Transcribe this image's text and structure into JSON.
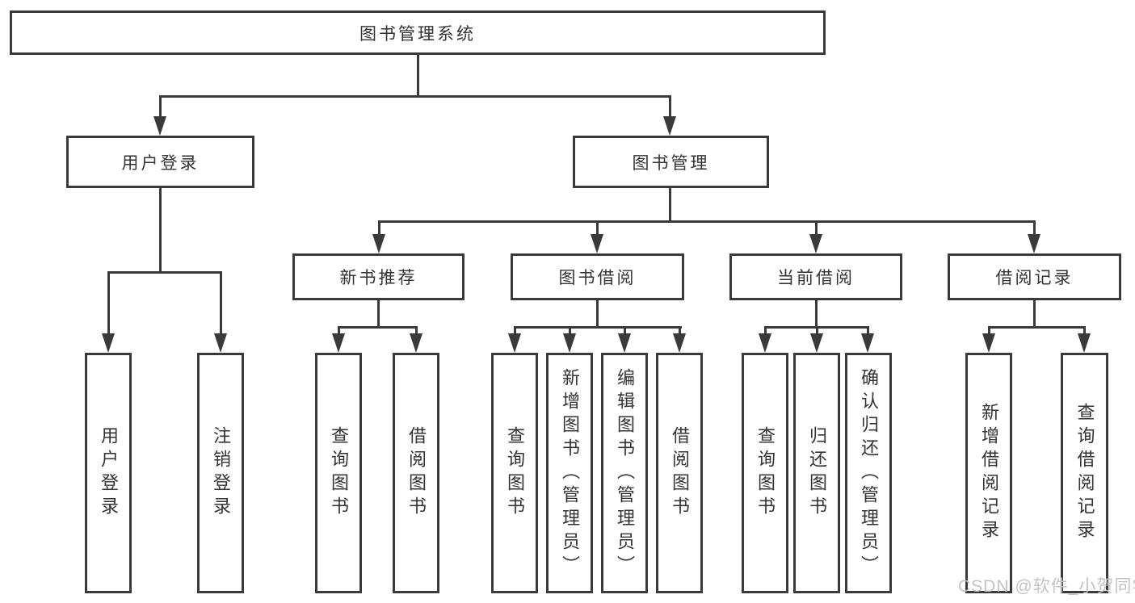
{
  "diagram": {
    "root": {
      "label": "图书管理系统"
    },
    "branches": {
      "user_login": {
        "label": "用户登录",
        "children": [
          {
            "label": "用户登录"
          },
          {
            "label": "注销登录"
          }
        ]
      },
      "book_mgmt": {
        "label": "图书管理",
        "sections": {
          "new_books": {
            "label": "新书推荐",
            "children": [
              {
                "label": "查询图书"
              },
              {
                "label": "借阅图书"
              }
            ]
          },
          "book_borrow": {
            "label": "图书借阅",
            "children": [
              {
                "label": "查询图书"
              },
              {
                "label": "新增图书（管理员）"
              },
              {
                "label": "编辑图书（管理员）"
              },
              {
                "label": "借阅图书"
              }
            ]
          },
          "current_borrow": {
            "label": "当前借阅",
            "children": [
              {
                "label": "查询图书"
              },
              {
                "label": "归还图书"
              },
              {
                "label": "确认归还（管理员）"
              }
            ]
          },
          "borrow_records": {
            "label": "借阅记录",
            "children": [
              {
                "label": "新增借阅记录"
              },
              {
                "label": "查询借阅记录"
              }
            ]
          }
        }
      }
    },
    "watermark": {
      "text": "CSDN @软件_小贺同学"
    },
    "colors": {
      "line": "#3a3a3a",
      "text": "#333333",
      "background": "#ffffff",
      "watermark": "#c3c3c3"
    }
  }
}
